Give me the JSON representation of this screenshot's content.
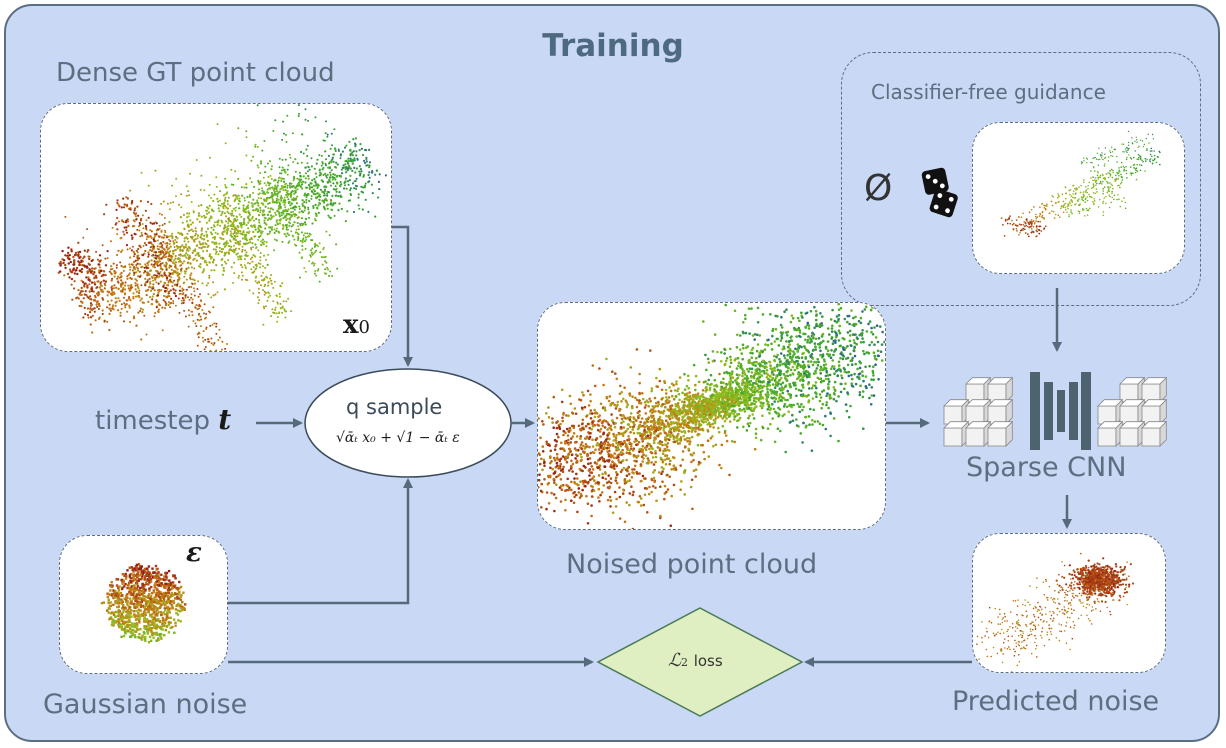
{
  "title": "Training",
  "labels": {
    "dense_gt": "Dense GT point cloud",
    "cfg": "Classifier-free guidance",
    "empty_set": "Ø",
    "timestep": "timestep",
    "timestep_var": "t",
    "q_sample": "q sample",
    "q_formula": "√ᾱₜ x₀ + √1 − ᾱₜ ε",
    "x0": "x",
    "x0_sub": "0",
    "eps": "ε",
    "noised": "Noised point cloud",
    "sparse_cnn": "Sparse CNN",
    "gaussian": "Gaussian noise",
    "predicted": "Predicted noise",
    "loss_symbol": "ℒ",
    "loss_sub": "2",
    "loss_text": "loss"
  },
  "colors": {
    "background": "#c9d9f5",
    "border": "#5a6f82",
    "arrow": "#556a7b",
    "diamond_fill": "#e0efc2",
    "diamond_stroke": "#4a7a55"
  },
  "icons": [
    "dice-icon",
    "cube-grid-icon",
    "bottleneck-bars-icon"
  ]
}
